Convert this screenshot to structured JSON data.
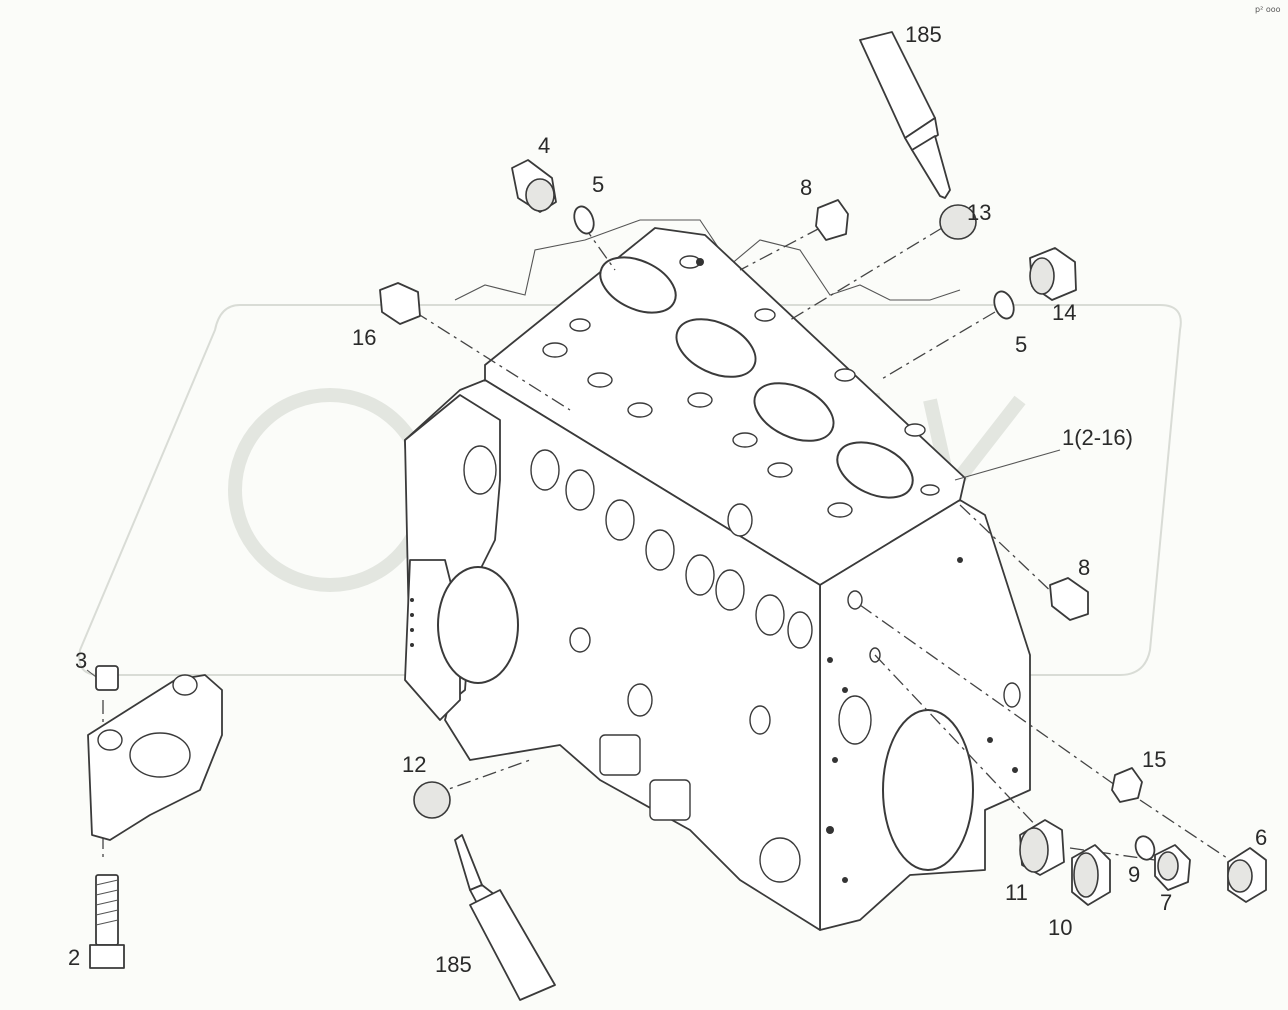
{
  "diagram": {
    "corner_note": "р² ооо",
    "callouts": [
      {
        "id": "c185-top",
        "text": "185"
      },
      {
        "id": "c4",
        "text": "4"
      },
      {
        "id": "c5-top",
        "text": "5"
      },
      {
        "id": "c8-top",
        "text": "8"
      },
      {
        "id": "c13",
        "text": "13"
      },
      {
        "id": "c14",
        "text": "14"
      },
      {
        "id": "c5-right",
        "text": "5"
      },
      {
        "id": "c16",
        "text": "16"
      },
      {
        "id": "c1",
        "text": "1(2-16)"
      },
      {
        "id": "c8-right",
        "text": "8"
      },
      {
        "id": "c3",
        "text": "3"
      },
      {
        "id": "c12",
        "text": "12"
      },
      {
        "id": "c15",
        "text": "15"
      },
      {
        "id": "c6",
        "text": "6"
      },
      {
        "id": "c11",
        "text": "11"
      },
      {
        "id": "c9",
        "text": "9"
      },
      {
        "id": "c7",
        "text": "7"
      },
      {
        "id": "c10",
        "text": "10"
      },
      {
        "id": "c2",
        "text": "2"
      },
      {
        "id": "c185-bottom",
        "text": "185"
      }
    ]
  }
}
